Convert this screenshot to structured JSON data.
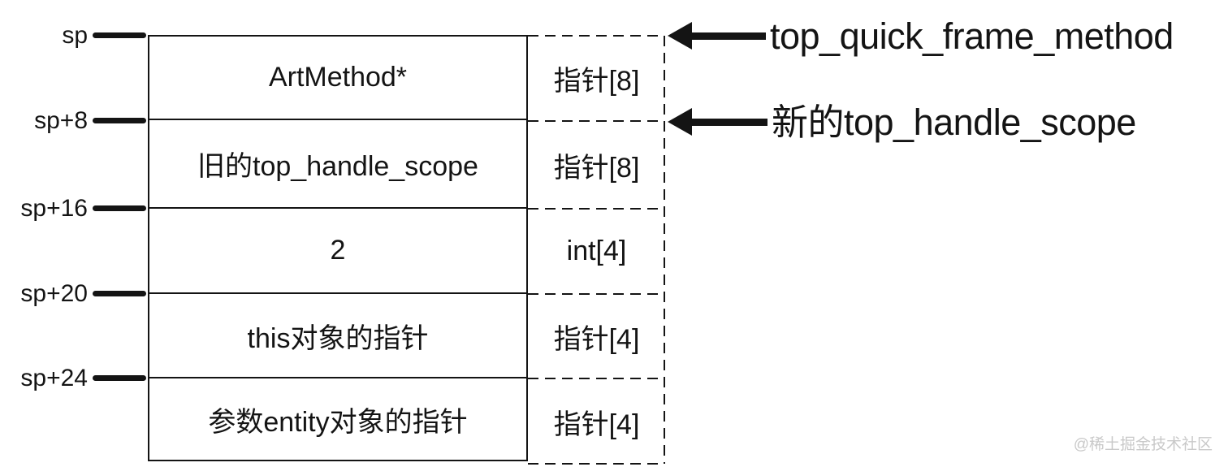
{
  "diagram": {
    "addresses": [
      {
        "label": "sp"
      },
      {
        "label": "sp+8"
      },
      {
        "label": "sp+16"
      },
      {
        "label": "sp+20"
      },
      {
        "label": "sp+24"
      }
    ],
    "rows": [
      {
        "value": "ArtMethod*",
        "type": "指针[8]"
      },
      {
        "value": "旧的top_handle_scope",
        "type": "指针[8]"
      },
      {
        "value": "2",
        "type": "int[4]"
      },
      {
        "value": "this对象的指针",
        "type": "指针[4]"
      },
      {
        "value": "参数entity对象的指针",
        "type": "指针[4]"
      }
    ],
    "annotations": [
      {
        "label": "top_quick_frame_method"
      },
      {
        "label": "新的top_handle_scope"
      }
    ],
    "watermark": "@稀土掘金技术社区",
    "colors": {
      "line": "#141414",
      "watermark": "#c9c9c9",
      "background": "#ffffff"
    }
  }
}
